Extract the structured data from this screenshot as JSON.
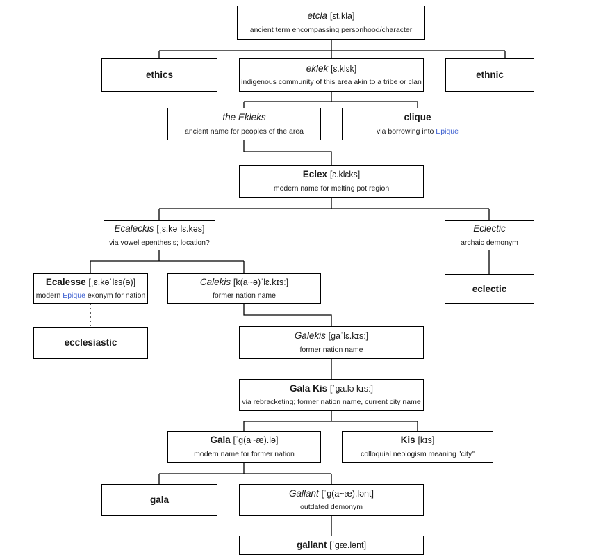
{
  "diagram": {
    "title": "etymology tree of etcla",
    "accent_link_color": "#3b5ed0",
    "line_color": "#000000",
    "background": "#ffffff"
  },
  "nodes": [
    {
      "id": "etcla",
      "title": "etcla",
      "ipa": "[ɛt.kla]",
      "subtitle": "ancient term encompassing personhood/character",
      "style": "italic"
    },
    {
      "id": "ethics",
      "title": "ethics",
      "ipa": "",
      "subtitle": "",
      "style": "bold"
    },
    {
      "id": "eklek",
      "title": "eklek",
      "ipa": "[ɛ.klɛk]",
      "subtitle": "indigenous community of this area akin to a tribe or clan",
      "style": "italic"
    },
    {
      "id": "ethnic",
      "title": "ethnic",
      "ipa": "",
      "subtitle": "",
      "style": "bold"
    },
    {
      "id": "the-ekleks",
      "title": "the Ekleks",
      "ipa": "",
      "subtitle": "ancient name for peoples of the area",
      "style": "italic"
    },
    {
      "id": "clique",
      "title": "clique",
      "ipa": "",
      "subtitle_pre": "via borrowing into ",
      "subtitle_accent": "Epique",
      "subtitle_post": "",
      "style": "bold"
    },
    {
      "id": "eclex",
      "title": "Eclex",
      "ipa": "[ɛ.klɛks]",
      "subtitle": "modern name for melting pot region",
      "style": "bold"
    },
    {
      "id": "ecaleckis",
      "title": "Ecaleckis",
      "ipa": "[ˌɛ.kəˈlɛ.kəs]",
      "subtitle": "via vowel epenthesis; location?",
      "style": "italic"
    },
    {
      "id": "eclectic-arch",
      "title": "Eclectic",
      "ipa": "",
      "subtitle": "archaic demonym",
      "style": "italic"
    },
    {
      "id": "ecalesse",
      "title": "Ecalesse",
      "ipa": "[ˌɛ.kəˈlɛs(ə)]",
      "subtitle_pre": "modern ",
      "subtitle_accent": "Epique",
      "subtitle_post": " exonym for nation",
      "style": "bold"
    },
    {
      "id": "calekis",
      "title": "Calekis",
      "ipa": "[k(a~ə)ˈlɛ.kɪsː]",
      "subtitle": "former nation name",
      "style": "italic"
    },
    {
      "id": "eclectic",
      "title": "eclectic",
      "ipa": "",
      "subtitle": "",
      "style": "bold"
    },
    {
      "id": "ecclesiastic",
      "title": "ecclesiastic",
      "ipa": "",
      "subtitle": "",
      "style": "bold"
    },
    {
      "id": "galekis",
      "title": "Galekis",
      "ipa": "[gaˈlɛ.kɪsː]",
      "subtitle": "former nation name",
      "style": "italic"
    },
    {
      "id": "gala-kis",
      "title": "Gala Kis",
      "ipa": "[ˈga.lə kɪsː]",
      "subtitle": "via rebracketing; former nation name, current city name",
      "style": "bold"
    },
    {
      "id": "gala",
      "title": "Gala",
      "ipa": "[ˈg(a~æ).lə]",
      "subtitle": "modern name for former nation",
      "style": "bold"
    },
    {
      "id": "kis",
      "title": "Kis",
      "ipa": "[kɪs]",
      "subtitle": "colloquial neologism meaning \"city\"",
      "style": "bold"
    },
    {
      "id": "gala-low",
      "title": "gala",
      "ipa": "",
      "subtitle": "",
      "style": "bold"
    },
    {
      "id": "gallant-cap",
      "title": "Gallant",
      "ipa": "[ˈg(a~æ).lənt]",
      "subtitle": "outdated demonym",
      "style": "italic"
    },
    {
      "id": "gallant-low",
      "title": "gallant",
      "ipa": "[ˈgæ.lənt]",
      "subtitle": "",
      "style": "bold"
    }
  ],
  "edges": [
    {
      "from": "etcla",
      "to": "ethics",
      "kind": "solid"
    },
    {
      "from": "etcla",
      "to": "eklek",
      "kind": "solid"
    },
    {
      "from": "etcla",
      "to": "ethnic",
      "kind": "solid"
    },
    {
      "from": "eklek",
      "to": "the-ekleks",
      "kind": "solid"
    },
    {
      "from": "eklek",
      "to": "clique",
      "kind": "solid"
    },
    {
      "from": "the-ekleks",
      "to": "eclex",
      "kind": "solid"
    },
    {
      "from": "eclex",
      "to": "ecaleckis",
      "kind": "solid"
    },
    {
      "from": "eclex",
      "to": "eclectic-arch",
      "kind": "solid"
    },
    {
      "from": "ecaleckis",
      "to": "ecalesse",
      "kind": "solid"
    },
    {
      "from": "ecaleckis",
      "to": "calekis",
      "kind": "solid"
    },
    {
      "from": "eclectic-arch",
      "to": "eclectic",
      "kind": "solid"
    },
    {
      "from": "ecalesse",
      "to": "ecclesiastic",
      "kind": "dotted"
    },
    {
      "from": "calekis",
      "to": "galekis",
      "kind": "solid"
    },
    {
      "from": "galekis",
      "to": "gala-kis",
      "kind": "solid"
    },
    {
      "from": "gala-kis",
      "to": "gala",
      "kind": "solid"
    },
    {
      "from": "gala-kis",
      "to": "kis",
      "kind": "solid"
    },
    {
      "from": "gala",
      "to": "gala-low",
      "kind": "solid"
    },
    {
      "from": "gala",
      "to": "gallant-cap",
      "kind": "solid"
    },
    {
      "from": "gallant-cap",
      "to": "gallant-low",
      "kind": "solid"
    }
  ]
}
